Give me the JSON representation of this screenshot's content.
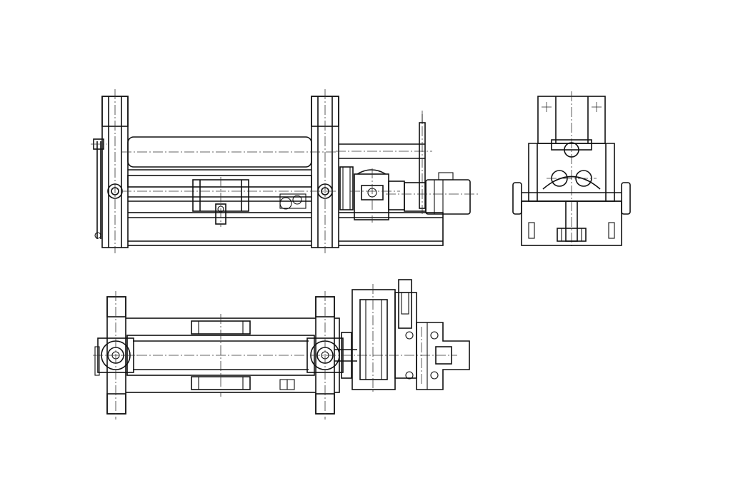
{
  "drawing": {
    "views": [
      "front-view",
      "side-view",
      "top-view"
    ],
    "colors": {
      "background": "#ffffff",
      "line": "#111111",
      "centerline": "#333333"
    }
  }
}
